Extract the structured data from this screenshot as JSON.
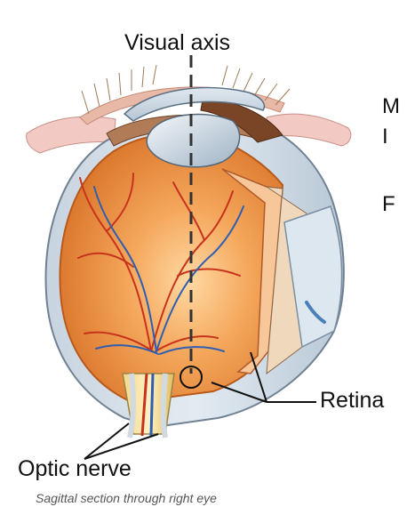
{
  "labels": {
    "visual_axis": "Visual axis",
    "retina": "Retina",
    "optic_nerve": "Optic nerve"
  },
  "caption": "Sagittal section through right eye",
  "cropped_text": [
    "M",
    "I",
    "F"
  ]
}
